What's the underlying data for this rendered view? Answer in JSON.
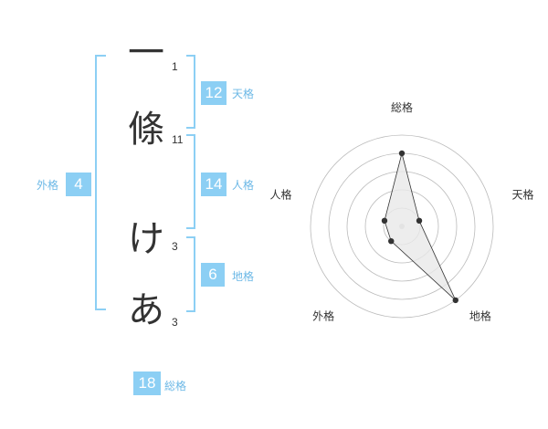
{
  "characters": [
    {
      "char": "一",
      "strokes": "1"
    },
    {
      "char": "條",
      "strokes": "11"
    },
    {
      "char": "け",
      "strokes": "3"
    },
    {
      "char": "あ",
      "strokes": "3"
    }
  ],
  "fortunes": {
    "tenkaku": {
      "value": "12",
      "label": "天格"
    },
    "jinkaku": {
      "value": "14",
      "label": "人格"
    },
    "chikaku": {
      "value": "6",
      "label": "地格"
    },
    "gaikaku": {
      "value": "4",
      "label": "外格"
    },
    "soukaku": {
      "value": "18",
      "label": "総格"
    }
  },
  "chart_data": {
    "type": "radar",
    "axes": [
      "総格",
      "天格",
      "地格",
      "外格",
      "人格"
    ],
    "values": [
      4,
      1,
      5,
      1,
      1
    ],
    "rmax": 5,
    "rings": 5,
    "colors": {
      "fill": "#e8e8e8",
      "stroke": "#333333",
      "grid": "#bbbbbb"
    }
  }
}
